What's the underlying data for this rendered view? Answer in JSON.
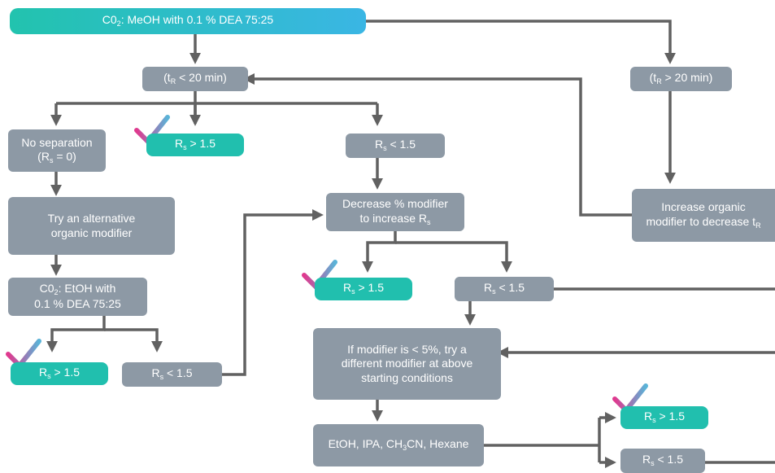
{
  "sub_labels": {
    "co2": "2",
    "t_R": "R",
    "r_s": "s",
    "ch3": "3"
  },
  "start": {
    "pre": "C0",
    "text": ": MeOH with 0.1 % DEA 75:25"
  },
  "tr_lt20": {
    "pre": "(t",
    "text": " < 20 min)"
  },
  "tr_gt20": {
    "pre": "(t",
    "text": "  > 20 min)"
  },
  "no_separation": {
    "line1": "No separation",
    "line2_pre": "(R",
    "line2_post": " = 0)"
  },
  "rs_good": {
    "pre": "R",
    "post": " > 1.5"
  },
  "rs_bad": {
    "pre": "R",
    "post": " < 1.5"
  },
  "decrease_modifier": {
    "line1": "Decrease % modifier",
    "line2_pre": "to increase R"
  },
  "increase_modifier": {
    "line1": "Increase organic",
    "line2_pre": "modifier to decrease t"
  },
  "try_alternative": {
    "line1": "Try an alternative",
    "line2": "organic modifier"
  },
  "etoh_start": {
    "pre": "C0",
    "post": ": EtOH with",
    "line2": "0.1 % DEA 75:25"
  },
  "if_modifier": {
    "line1": "If modifier is < 5%, try a",
    "line2": "different modifier at above",
    "line3": "starting conditions"
  },
  "solvents": {
    "pre": "EtOH, IPA, CH",
    "post": "CN, Hexane"
  },
  "colors": {
    "grey_box": "#8d99a5",
    "teal_box": "#21bfae",
    "arrow": "#616161",
    "check_pink": "#e0388e",
    "check_blue": "#5ab4d8"
  }
}
